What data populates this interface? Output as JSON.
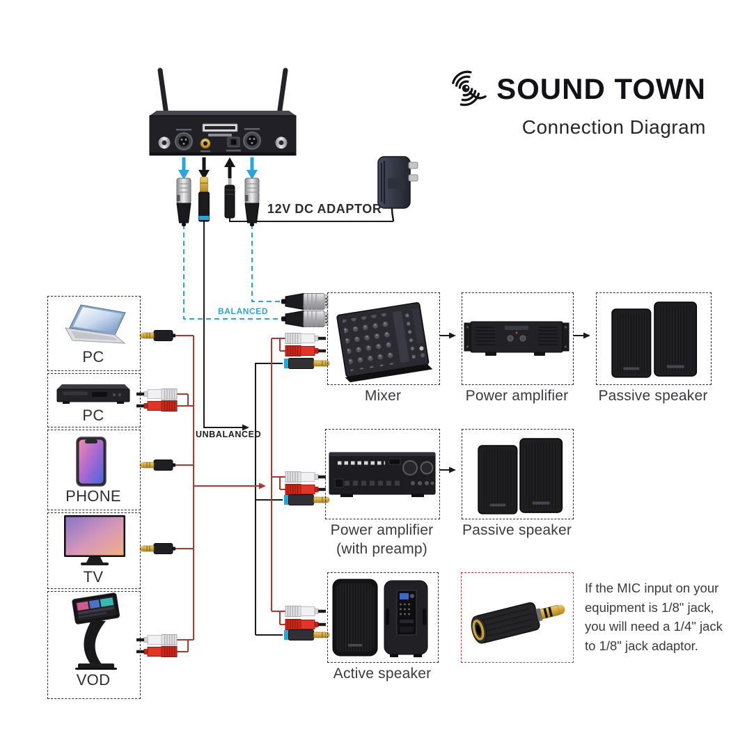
{
  "header": {
    "brand": "SOUND TOWN",
    "subtitle": "Connection Diagram"
  },
  "labels": {
    "dc_adaptor": "12V DC ADAPTOR",
    "balanced": "BALANCED",
    "unbalanced": "UNBALANCED"
  },
  "sources": [
    {
      "label": "PC"
    },
    {
      "label": "PC"
    },
    {
      "label": "PHONE"
    },
    {
      "label": "TV"
    },
    {
      "label": "VOD"
    }
  ],
  "boxes": {
    "mixer": "Mixer",
    "power_amp": "Power amplifier",
    "passive_speaker_1": "Passive speaker",
    "power_amp_preamp": "Power amplifier",
    "power_amp_preamp_sub": "(with preamp)",
    "passive_speaker_2": "Passive speaker",
    "active_speaker": "Active speaker"
  },
  "note": {
    "line1": "If the MIC input on your",
    "line2": "equipment is 1/8\" jack,",
    "line3": "you will need a 1/4\" jack",
    "line4": "to 1/8\" jack adaptor."
  },
  "colors": {
    "balanced_cyan": "#2aa5dc",
    "wire_red": "#b5332a",
    "wire_black": "#1a1a1a",
    "note_box_red": "#cf3339"
  }
}
